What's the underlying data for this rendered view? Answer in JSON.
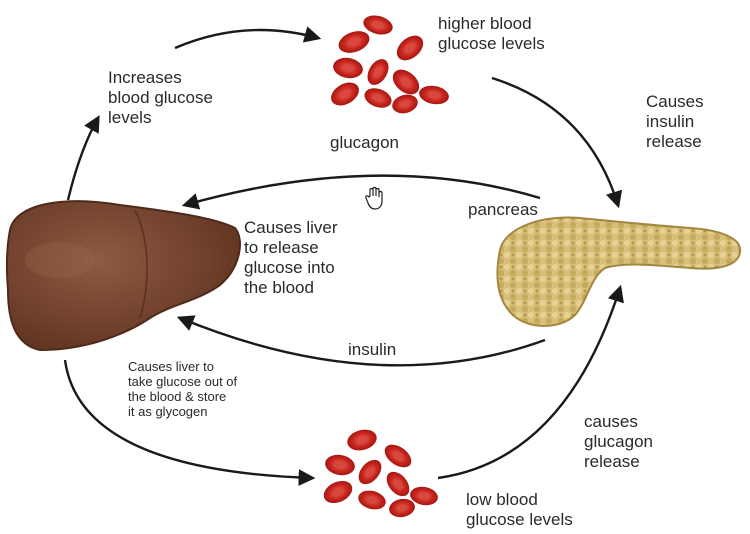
{
  "labels": {
    "increases": "Increases\nblood glucose\nlevels",
    "higher": "higher blood\nglucose levels",
    "causes_insulin": "Causes\ninsulin\nrelease",
    "glucagon": "glucagon",
    "pancreas": "pancreas",
    "causes_liver_release": "Causes liver\nto release\nglucose into\nthe blood",
    "insulin": "insulin",
    "causes_liver_take": "Causes liver to\ntake glucose out of\nthe blood & store\nit as glycogen",
    "causes_glucagon": "causes\nglucagon\nrelease",
    "low": "low blood\nglucose levels"
  },
  "icons": {
    "cursor": "hand-cursor-icon",
    "liver": "liver-illustration",
    "pancreas": "pancreas-illustration",
    "cells": "red-blood-cells-illustration"
  },
  "colors": {
    "liver": "#7a4632",
    "liver_dark": "#5a2f20",
    "pancreas": "#d9c27a",
    "pancreas_dark": "#b39445",
    "blood_cell": "#c8241d",
    "blood_cell_center": "#e0574b",
    "arrow": "#1a1a1a"
  }
}
